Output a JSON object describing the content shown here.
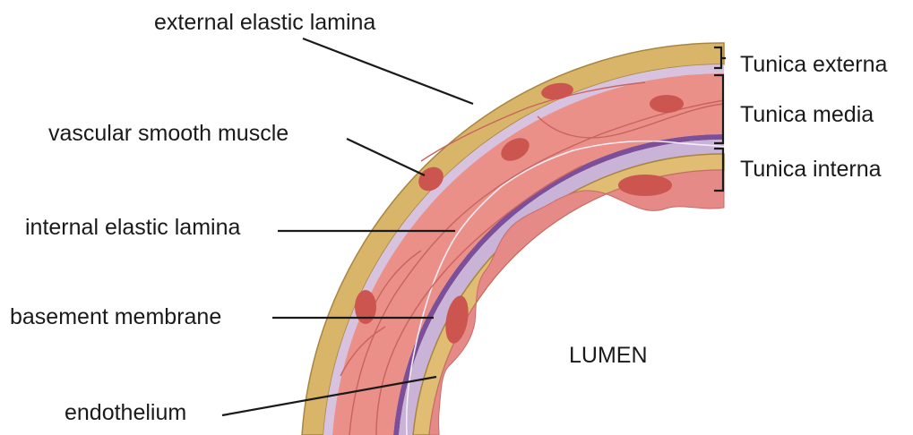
{
  "diagram": {
    "labels": {
      "external_elastic_lamina": "external elastic lamina",
      "vascular_smooth_muscle": "vascular smooth muscle",
      "internal_elastic_lamina": "internal elastic lamina",
      "basement_membrane": "basement membrane",
      "endothelium": "endothelium"
    },
    "tunics": {
      "externa": "Tunica externa",
      "media": "Tunica media",
      "interna": "Tunica interna"
    },
    "lumen": "LUMEN"
  },
  "colors": {
    "elastic_lamina": "#d9b56a",
    "elastic_lamina_edge": "#a88540",
    "externa_lilac": "#d7c3df",
    "media": "#ea9088",
    "nucleus": "#cc5550",
    "internal_lamina": "#7c4f98",
    "interna_lilac": "#c9b3d6",
    "endothelium": "#e58a86",
    "wavy_line": "#f4ecf7"
  }
}
